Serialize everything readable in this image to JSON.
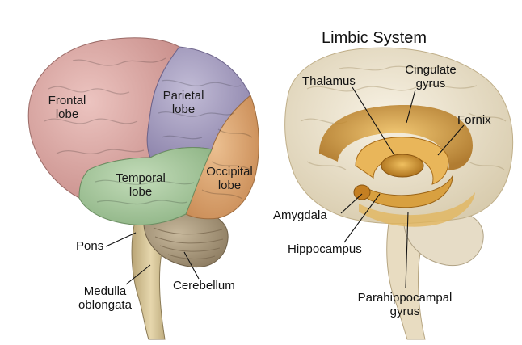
{
  "left_brain": {
    "labels": {
      "frontal": "Frontal\nlobe",
      "parietal": "Parietal\nlobe",
      "temporal": "Temporal\nlobe",
      "occipital": "Occipital\nlobe",
      "pons": "Pons",
      "medulla": "Medulla\noblongata",
      "cerebellum": "Cerebellum"
    },
    "colors": {
      "frontal": "#d9a9a6",
      "parietal": "#a8a0c0",
      "temporal": "#a9c7a0",
      "occipital": "#dba674",
      "cerebellum": "#a8987e",
      "brainstem": "#d9c89c"
    }
  },
  "right_brain": {
    "title": "Limbic System",
    "labels": {
      "thalamus": "Thalamus",
      "cingulate": "Cingulate\ngyrus",
      "fornix": "Fornix",
      "amygdala": "Amygdala",
      "hippocampus": "Hippocampus",
      "parahippocampal": "Parahippocampal\ngyrus"
    },
    "colors": {
      "cortex": "#efe6d2",
      "limbic": "#c88a2a",
      "limbic_light": "#e2b45a"
    }
  }
}
